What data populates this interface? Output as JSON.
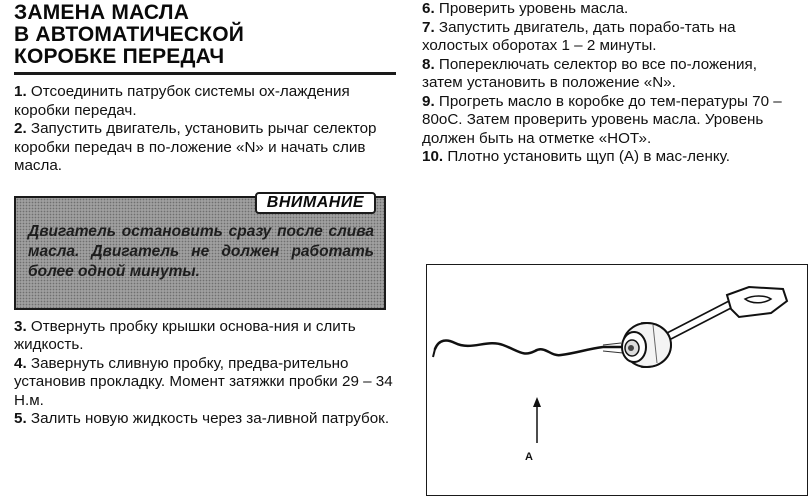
{
  "left": {
    "title_lines": [
      "ЗАМЕНА МАСЛА",
      "В АВТОМАТИЧЕСКОЙ",
      "КОРОБКЕ ПЕРЕДАЧ"
    ],
    "steps_top": [
      {
        "num": "1.",
        "text": "Отсоединить патрубок системы ох-лаждения коробки передач."
      },
      {
        "num": "2.",
        "text": "Запустить двигатель, установить рычаг селектор коробки передач в по-ложение «N» и начать слив масла."
      }
    ],
    "warning": {
      "title": "ВНИМАНИЕ",
      "text": "Двигатель остановить сразу после слива масла. Двигатель не должен работать более одной минуты."
    },
    "steps_bottom": [
      {
        "num": "3.",
        "text": "Отвернуть пробку крышки основа-ния и слить жидкость."
      },
      {
        "num": "4.",
        "text": "Завернуть сливную пробку, предва-рительно установив прокладку. Момент затяжки пробки 29 – 34 Н.м."
      },
      {
        "num": "5.",
        "text": "Залить новую жидкость через за-ливной патрубок."
      }
    ]
  },
  "right": {
    "steps": [
      {
        "num": "6.",
        "text": "Проверить уровень масла."
      },
      {
        "num": "7.",
        "text": "Запустить двигатель, дать порабо-тать на холостых оборотах 1 – 2 минуты."
      },
      {
        "num": "8.",
        "text": "Попереключать селектор во все по-ложения, затем установить в положение «N»."
      },
      {
        "num": "9.",
        "text": "Прогреть масло в коробке до тем-пературы 70 – 80оС. Затем проверить уровень масла. Уровень должен быть на отметке «НОТ»."
      },
      {
        "num": "10.",
        "text": "Плотно установить щуп (А) в мас-ленку."
      }
    ],
    "figure": {
      "label": "A",
      "icon": "dipstick-illustration"
    }
  }
}
